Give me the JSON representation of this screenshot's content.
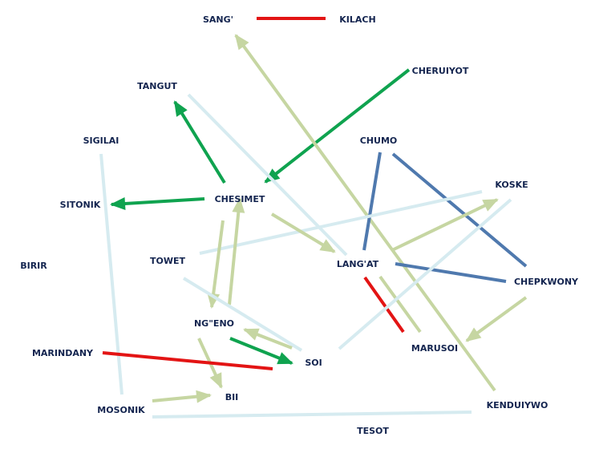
{
  "colors": {
    "background": "#ffffff",
    "label": "#13244f",
    "red": "#e31414",
    "dark_green": "#0fa34f",
    "olive_light": "#c6d6a2",
    "light_blue": "#d6ebf0",
    "steel_blue": "#4f79ae"
  },
  "nodes": [
    {
      "id": "sang",
      "label": "SANG'"
    },
    {
      "id": "kilach",
      "label": "KILACH"
    },
    {
      "id": "cheruiyot",
      "label": "CHERUIYOT"
    },
    {
      "id": "tangut",
      "label": "TANGUT"
    },
    {
      "id": "sigilai",
      "label": "SIGILAI"
    },
    {
      "id": "chumo",
      "label": "CHUMO"
    },
    {
      "id": "koske",
      "label": "KOSKE"
    },
    {
      "id": "sitonik",
      "label": "SITONIK"
    },
    {
      "id": "chesimet",
      "label": "CHESIMET"
    },
    {
      "id": "towet",
      "label": "TOWET"
    },
    {
      "id": "birir",
      "label": "BIRIR"
    },
    {
      "id": "langat",
      "label": "LANG'AT"
    },
    {
      "id": "chepkwony",
      "label": "CHEPKWONY"
    },
    {
      "id": "ngeno",
      "label": "NG\"ENO"
    },
    {
      "id": "marindany",
      "label": "MARINDANY"
    },
    {
      "id": "soi",
      "label": "SOI"
    },
    {
      "id": "marusoi",
      "label": "MARUSOI"
    },
    {
      "id": "bii",
      "label": "BII"
    },
    {
      "id": "mosonik",
      "label": "MOSONIK"
    },
    {
      "id": "kenduiywo",
      "label": "KENDUIYWO"
    },
    {
      "id": "tesot",
      "label": "TESOT"
    }
  ],
  "edges": [
    {
      "from": "sang",
      "to": "kilach",
      "color": "red",
      "arrow": false
    },
    {
      "from": "cheruiyot",
      "to": "chesimet",
      "color": "dark_green",
      "arrow": true
    },
    {
      "from": "chesimet",
      "to": "tangut",
      "color": "dark_green",
      "arrow": true
    },
    {
      "from": "chesimet",
      "to": "sitonik",
      "color": "dark_green",
      "arrow": true
    },
    {
      "from": "tangut",
      "to": "langat",
      "color": "light_blue",
      "arrow": false
    },
    {
      "from": "sigilai",
      "to": "mosonik",
      "color": "light_blue",
      "arrow": false
    },
    {
      "from": "kenduiywo",
      "to": "sang",
      "color": "olive_light",
      "arrow": true
    },
    {
      "from": "chumo",
      "to": "langat",
      "color": "steel_blue",
      "arrow": false
    },
    {
      "from": "chumo",
      "to": "chepkwony",
      "color": "steel_blue",
      "arrow": false
    },
    {
      "from": "langat",
      "to": "chepkwony",
      "color": "steel_blue",
      "arrow": false
    },
    {
      "from": "towet",
      "to": "koske",
      "color": "light_blue",
      "arrow": false
    },
    {
      "from": "langat",
      "to": "koske",
      "color": "olive_light",
      "arrow": true
    },
    {
      "from": "chesimet",
      "to": "langat",
      "color": "olive_light",
      "arrow": true
    },
    {
      "from": "chesimet",
      "to": "ngeno",
      "color": "olive_light",
      "arrow": true
    },
    {
      "from": "ngeno",
      "to": "chesimet",
      "color": "olive_light",
      "arrow": true
    },
    {
      "from": "langat",
      "to": "marusoi",
      "color": "red",
      "arrow": false
    },
    {
      "from": "langat",
      "to": "marusoi",
      "color": "olive_light",
      "arrow": false
    },
    {
      "from": "chepkwony",
      "to": "marusoi",
      "color": "olive_light",
      "arrow": true
    },
    {
      "from": "towet",
      "to": "soi",
      "color": "light_blue",
      "arrow": false
    },
    {
      "from": "soi",
      "to": "koske",
      "color": "light_blue",
      "arrow": false
    },
    {
      "from": "soi",
      "to": "ngeno",
      "color": "olive_light",
      "arrow": true
    },
    {
      "from": "ngeno",
      "to": "soi",
      "color": "dark_green",
      "arrow": true
    },
    {
      "from": "ngeno",
      "to": "bii",
      "color": "olive_light",
      "arrow": true
    },
    {
      "from": "marindany",
      "to": "soi",
      "color": "red",
      "arrow": false
    },
    {
      "from": "mosonik",
      "to": "bii",
      "color": "olive_light",
      "arrow": true
    },
    {
      "from": "mosonik",
      "to": "tesot",
      "color": "light_blue",
      "arrow": false
    }
  ]
}
